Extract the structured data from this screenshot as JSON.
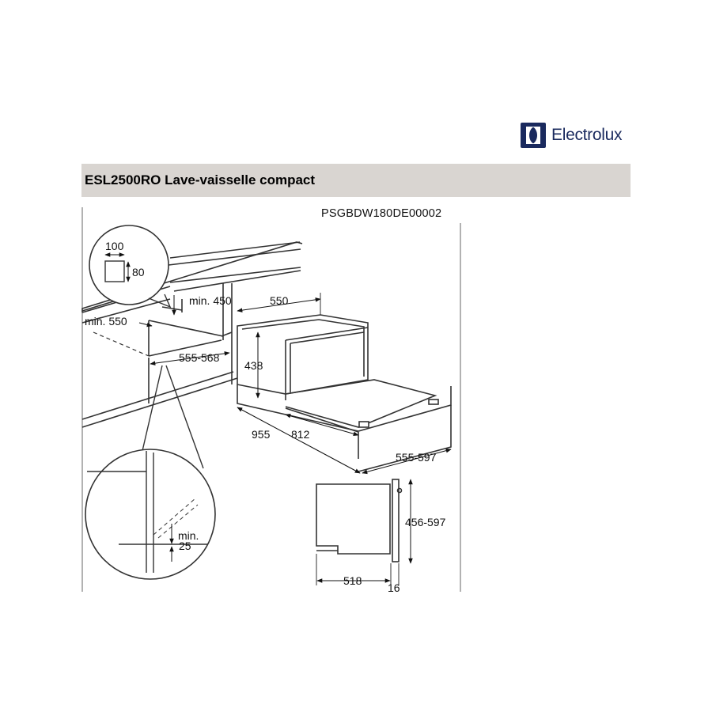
{
  "brand": {
    "logo_name": "Electrolux",
    "color": "#1a2a5e"
  },
  "header": {
    "title": "ESL2500RO Lave-vaisselle compact",
    "bar_color": "#d9d5d1"
  },
  "drawing": {
    "code": "PSGBDW180DE00002",
    "dimensions": {
      "vent_w": "100",
      "vent_h": "80",
      "min_450": "min. 450",
      "min_550": "min. 550",
      "depth_range": "555-568",
      "width_550": "550",
      "height_438": "438",
      "depth_955": "955",
      "depth_812": "812",
      "width_range": "555-597",
      "height_range": "456-597",
      "depth_518": "518",
      "door_16": "16",
      "min_label": "min.",
      "min_25": "25"
    }
  }
}
